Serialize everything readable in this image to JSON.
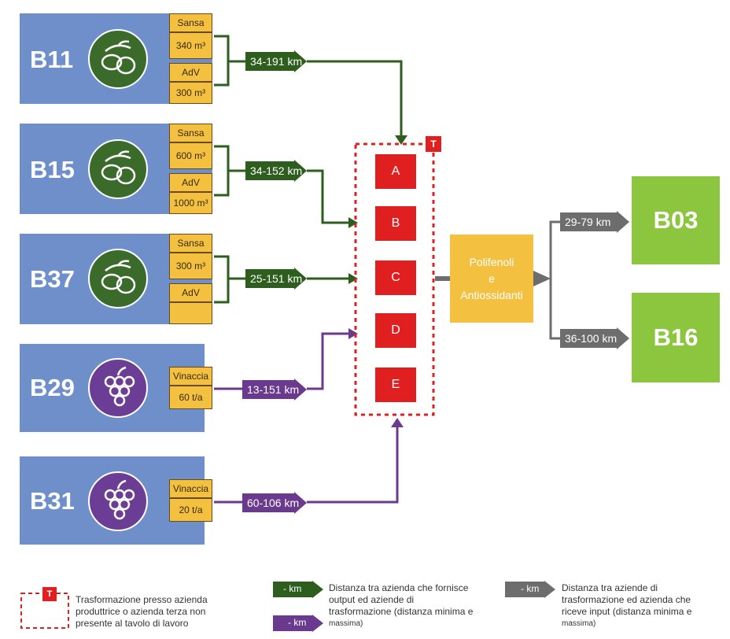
{
  "suppliers": [
    {
      "code": "B11",
      "icon": "olive-icon",
      "inputs": [
        {
          "name": "Sansa",
          "qty": "340 m³"
        },
        {
          "name": "AdV",
          "qty": "300 m³"
        }
      ],
      "flow_km": "34-191 km"
    },
    {
      "code": "B15",
      "icon": "olive-icon",
      "inputs": [
        {
          "name": "Sansa",
          "qty": "600 m³"
        },
        {
          "name": "AdV",
          "qty": "1000 m³"
        }
      ],
      "flow_km": "34-152 km"
    },
    {
      "code": "B37",
      "icon": "olive-icon",
      "inputs": [
        {
          "name": "Sansa",
          "qty": "300 m³"
        },
        {
          "name": "AdV",
          "qty": ""
        }
      ],
      "flow_km": "25-151 km"
    },
    {
      "code": "B29",
      "icon": "grape-icon",
      "inputs": [
        {
          "name": "Vinaccia",
          "qty": "60 t/a"
        }
      ],
      "flow_km": "13-151 km"
    },
    {
      "code": "B31",
      "icon": "grape-icon",
      "inputs": [
        {
          "name": "Vinaccia",
          "qty": "20 t/a"
        }
      ],
      "flow_km": "60-106 km"
    }
  ],
  "transformation": {
    "badge": "T",
    "steps": [
      "A",
      "B",
      "C",
      "D",
      "E"
    ]
  },
  "product": {
    "line1": "Polifenoli",
    "line2": "e",
    "line3": "Antiossidanti"
  },
  "receivers": [
    {
      "code": "B03",
      "km": "29-79 km"
    },
    {
      "code": "B16",
      "km": "36-100 km"
    }
  ],
  "legend": {
    "t_badge": "T",
    "t_text": [
      "Trasformazione presso azienda",
      "produttrice o azienda terza non",
      "presente al tavolo di lavoro"
    ],
    "km_label": "- km",
    "supply_text": [
      "Distanza tra azienda che fornisce",
      "output ed aziende di",
      "trasformazione (distanza minima e",
      "massima)"
    ],
    "delivery_text": [
      "Distanza tra aziende di",
      "trasformazione ed azienda che",
      "riceve input (distanza minima e",
      "massima)"
    ]
  },
  "colors": {
    "supplier_bg": "#6f8fcb",
    "olive_arrow": "#2e5e1e",
    "grape_arrow": "#6a3a8e",
    "gray_arrow": "#6d6d6d",
    "red": "#e02020",
    "receiver": "#8cc63f",
    "product": "#f3c040"
  }
}
